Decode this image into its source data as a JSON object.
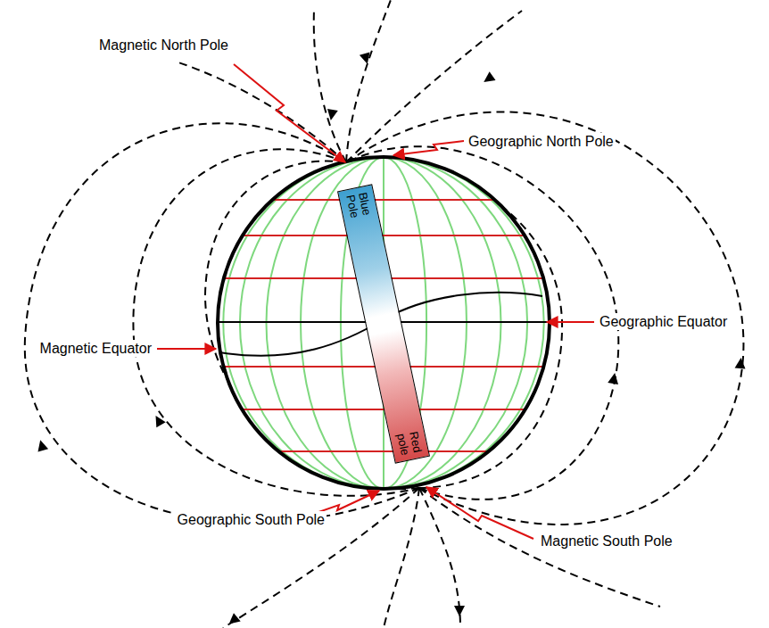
{
  "diagram": {
    "nodes": [
      {
        "text": [
          "Blue Pole",
          "Red pole"
        ]
      }
    ],
    "labels": [
      "Magnetic North Pole",
      "Geographic North Pole",
      "Geographic Equator",
      "Magnetic Equator",
      "Geographic South Pole",
      "Magnetic South Pole"
    ]
  }
}
